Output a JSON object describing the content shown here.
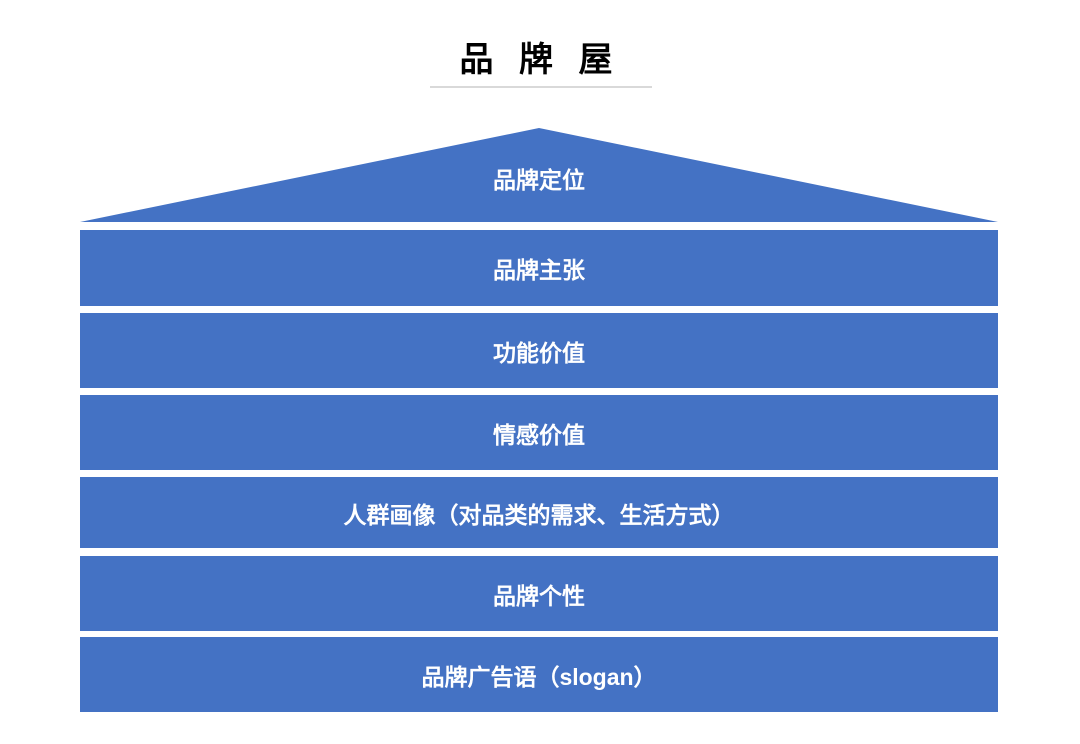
{
  "title": {
    "text": "品 牌 屋"
  },
  "roof": {
    "label": "品牌定位"
  },
  "layers": [
    {
      "label": "品牌主张"
    },
    {
      "label": "功能价值"
    },
    {
      "label": "情感价值"
    },
    {
      "label": "人群画像（对品类的需求、生活方式）"
    },
    {
      "label": "品牌个性"
    },
    {
      "label": "品牌广告语（slogan）"
    }
  ],
  "colors": {
    "page_bg": "#ffffff",
    "shape_fill": "#4472C4",
    "text_on_shape": "#ffffff",
    "title_text": "#000000",
    "divider": "#d9d9d9"
  }
}
